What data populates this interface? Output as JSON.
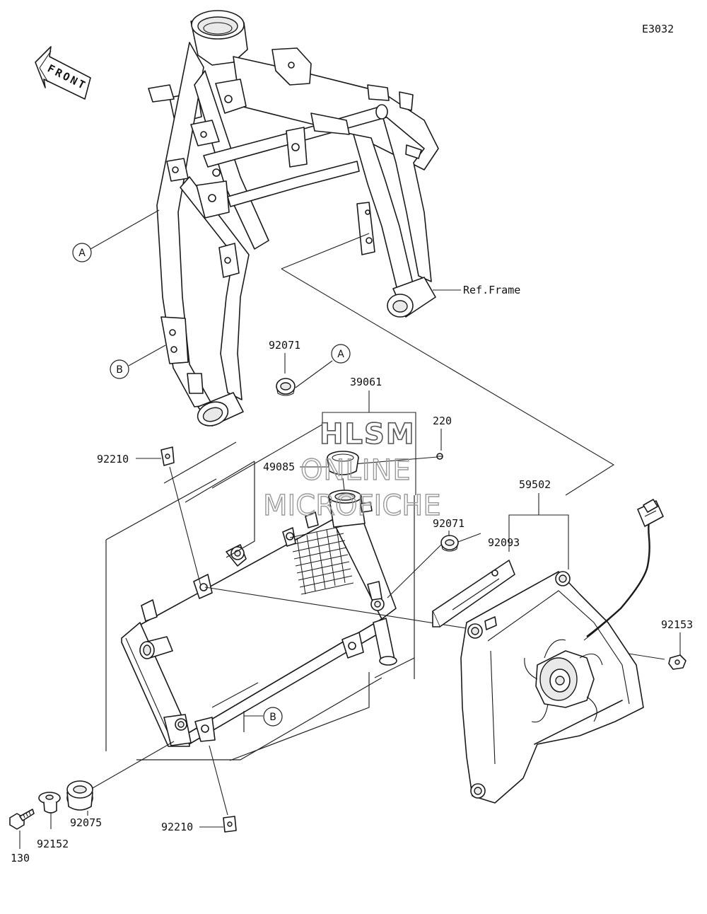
{
  "diagram_code": "E3032",
  "front_arrow": {
    "label": "FRONT"
  },
  "ref_frame": "Ref.Frame",
  "callouts": {
    "a1": "A",
    "a2": "A",
    "b1": "B",
    "b2": "B"
  },
  "parts": {
    "p92071_top": "92071",
    "p39061": "39061",
    "p220": "220",
    "p49085": "49085",
    "p92210_top": "92210",
    "p59502": "59502",
    "p92093": "92093",
    "p92071_mid": "92071",
    "p92153": "92153",
    "p92075": "92075",
    "p92152": "92152",
    "p130": "130",
    "p92210_bottom": "92210"
  },
  "watermark": {
    "line1": "HLSM",
    "line2": "ONLINE",
    "line3": "MICROFICHE"
  }
}
